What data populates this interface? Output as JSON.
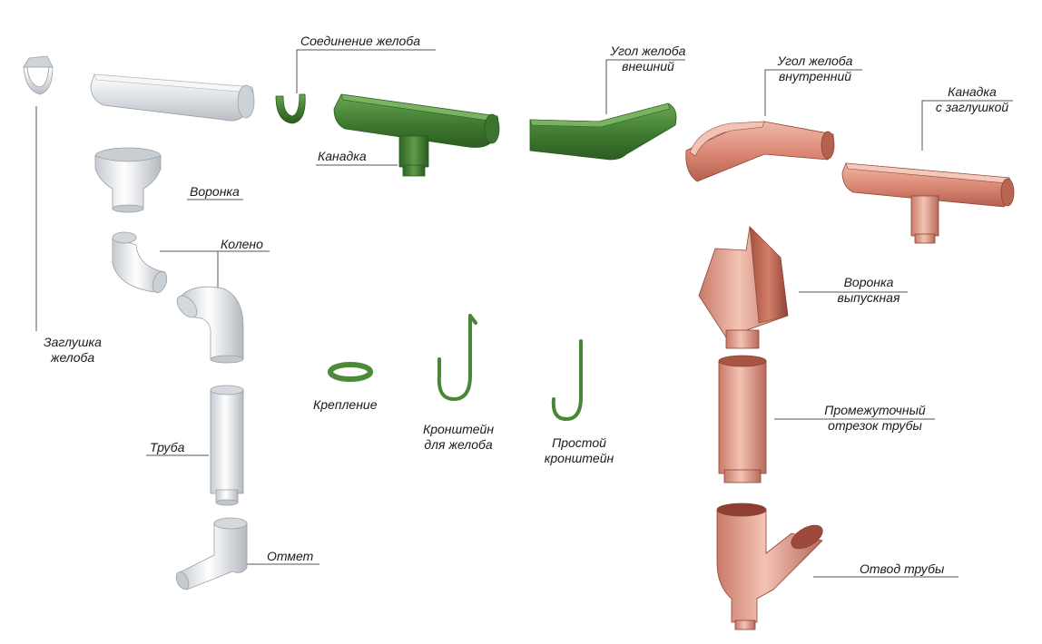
{
  "labels": {
    "soedinenie": "Соединение желоба",
    "ugol_vneshniy_1": "Угол желоба",
    "ugol_vneshniy_2": "внешний",
    "ugol_vnutrenniy_1": "Угол желоба",
    "ugol_vnutrenniy_2": "внутренний",
    "kanadka_zagl_1": "Канадка",
    "kanadka_zagl_2": "с заглушкой",
    "kanadka": "Канадка",
    "voronka": "Воронка",
    "koleno": "Колено",
    "zaglushka_1": "Заглушка",
    "zaglushka_2": "желоба",
    "voronka_vyp_1": "Воронка",
    "voronka_vyp_2": "выпускная",
    "kreplenie": "Крепление",
    "kronshtein_1": "Кронштейн",
    "kronshtein_2": "для желоба",
    "prostoy_1": "Простой",
    "prostoy_2": "кронштейн",
    "promezh_1": "Промежуточный",
    "promezh_2": "отрезок трубы",
    "truba": "Труба",
    "otmet": "Отмет",
    "otvod": "Отвод трубы"
  },
  "colors": {
    "white_metal": "#e6e9ec",
    "green": "#4f8a3d",
    "copper": "#d98f7e",
    "leader": "#555555"
  }
}
